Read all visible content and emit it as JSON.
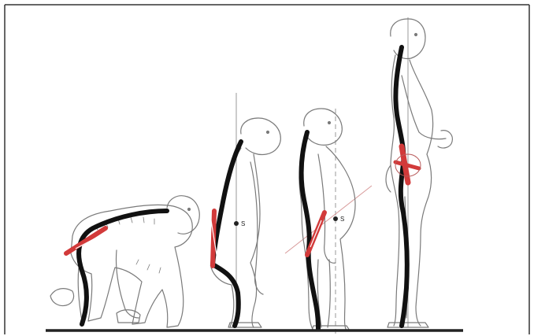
{
  "figure": {
    "title": "",
    "stages": [
      {
        "name": "quadrupedal-ape",
        "com_label": ""
      },
      {
        "name": "early-hominin",
        "com_label": "S"
      },
      {
        "name": "australopith",
        "com_label": "S"
      },
      {
        "name": "modern-human",
        "com_label": ""
      }
    ],
    "colors": {
      "outline": "#7a7a7a",
      "spine": "#111111",
      "pelvis": "#d23a3a",
      "ground": "#222222",
      "frame": "#333333",
      "plumb_line": "#9a9a9a"
    }
  }
}
